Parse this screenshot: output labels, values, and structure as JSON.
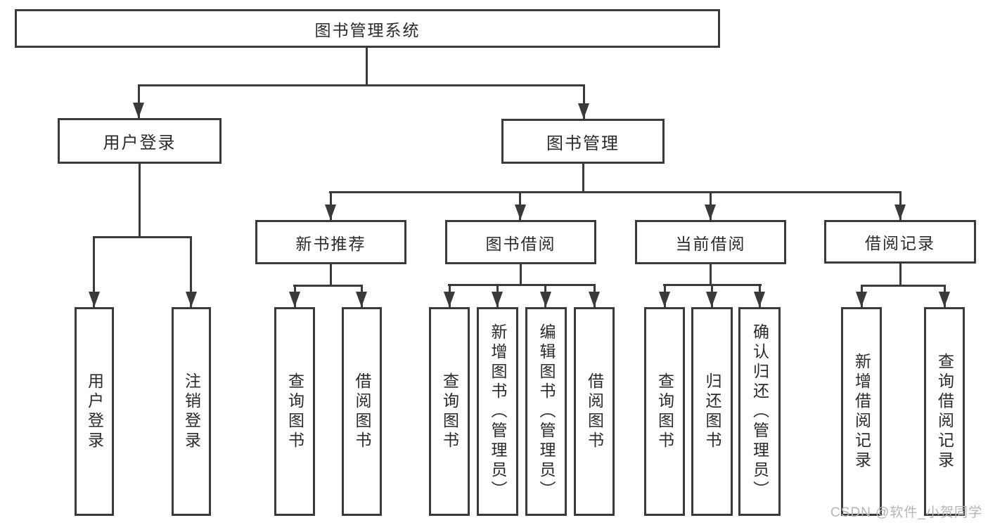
{
  "diagram": {
    "title_node": {
      "label": "图书管理系统"
    },
    "level2": [
      {
        "label": "用户登录"
      },
      {
        "label": "图书管理"
      }
    ],
    "level3": [
      {
        "label": "新书推荐"
      },
      {
        "label": "图书借阅"
      },
      {
        "label": "当前借阅"
      },
      {
        "label": "借阅记录"
      }
    ],
    "leaves": [
      {
        "label": "用户登录",
        "parent": "用户登录"
      },
      {
        "label": "注销登录",
        "parent": "用户登录"
      },
      {
        "label": "查询图书",
        "parent": "新书推荐"
      },
      {
        "label": "借阅图书",
        "parent": "新书推荐"
      },
      {
        "label": "查询图书",
        "parent": "图书借阅"
      },
      {
        "label": "新增图书（管理员）",
        "parent": "图书借阅"
      },
      {
        "label": "编辑图书（管理员）",
        "parent": "图书借阅"
      },
      {
        "label": "借阅图书",
        "parent": "图书借阅"
      },
      {
        "label": "查询图书",
        "parent": "当前借阅"
      },
      {
        "label": "归还图书",
        "parent": "当前借阅"
      },
      {
        "label": "确认归还（管理员）",
        "parent": "当前借阅"
      },
      {
        "label": "新增借阅记录",
        "parent": "借阅记录"
      },
      {
        "label": "查询借阅记录",
        "parent": "借阅记录"
      }
    ]
  },
  "watermark": {
    "text": "CSDN @软件_小贺同学"
  },
  "colors": {
    "line": "#3a3a3a",
    "text": "#2b2b2b",
    "watermark": "#b5b5b5",
    "background": "#ffffff"
  }
}
